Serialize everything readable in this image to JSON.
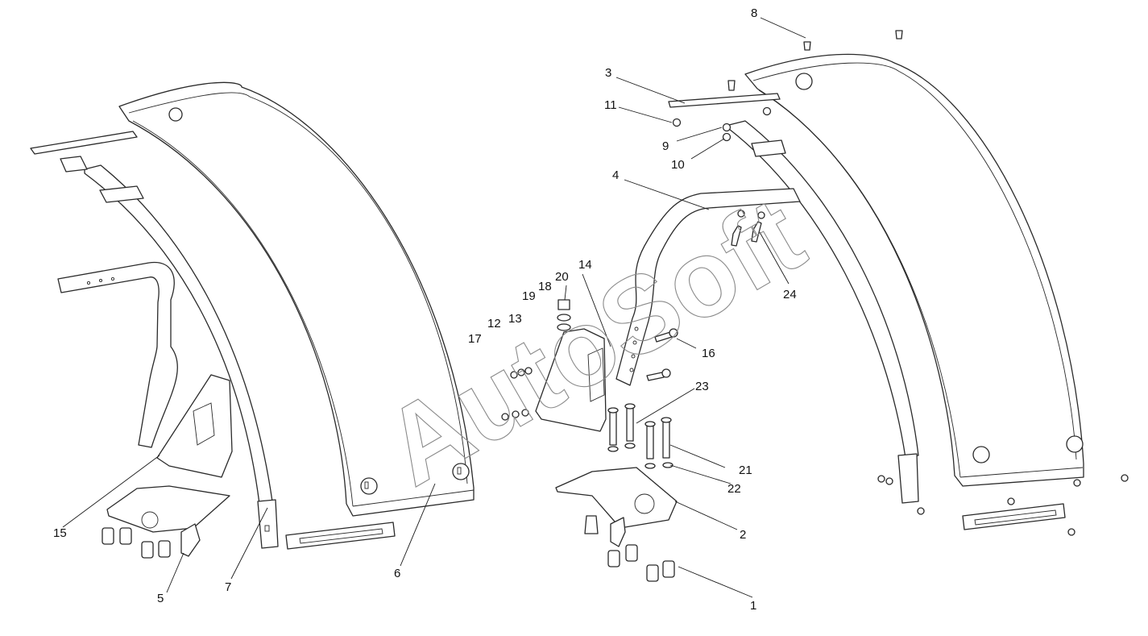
{
  "watermark": "AutoSoft",
  "callouts": [
    {
      "id": "c1",
      "text": "1"
    },
    {
      "id": "c2",
      "text": "2"
    },
    {
      "id": "c3",
      "text": "3"
    },
    {
      "id": "c4",
      "text": "4"
    },
    {
      "id": "c5",
      "text": "5"
    },
    {
      "id": "c6",
      "text": "6"
    },
    {
      "id": "c7",
      "text": "7"
    },
    {
      "id": "c8",
      "text": "8"
    },
    {
      "id": "c9",
      "text": "9"
    },
    {
      "id": "c10",
      "text": "10"
    },
    {
      "id": "c11",
      "text": "11"
    },
    {
      "id": "c12",
      "text": "12"
    },
    {
      "id": "c13",
      "text": "13"
    },
    {
      "id": "c14",
      "text": "14"
    },
    {
      "id": "c15",
      "text": "15"
    },
    {
      "id": "c16",
      "text": "16"
    },
    {
      "id": "c17",
      "text": "17"
    },
    {
      "id": "c18",
      "text": "18"
    },
    {
      "id": "c19",
      "text": "19"
    },
    {
      "id": "c20",
      "text": "20"
    },
    {
      "id": "c21",
      "text": "21"
    },
    {
      "id": "c22",
      "text": "22"
    },
    {
      "id": "c23",
      "text": "23"
    },
    {
      "id": "c24",
      "text": "24"
    }
  ]
}
